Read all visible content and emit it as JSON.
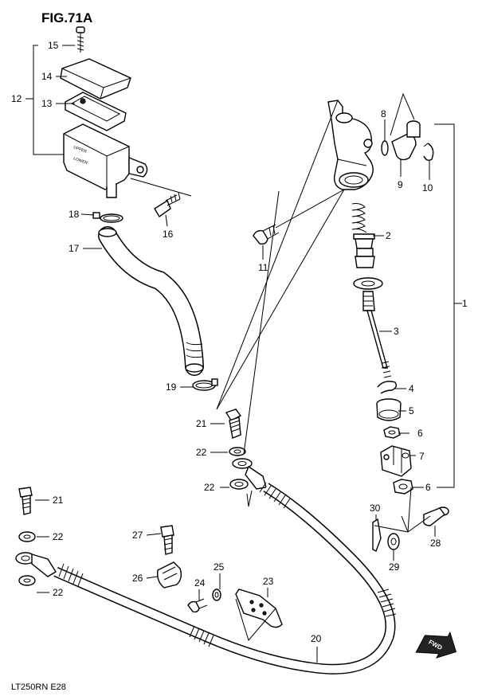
{
  "title": "FIG.71A",
  "footer": "LT250RN  E28",
  "fwd_label": "FWD",
  "callouts": [
    {
      "id": "c1",
      "text": "1"
    },
    {
      "id": "c2",
      "text": "2"
    },
    {
      "id": "c3",
      "text": "3"
    },
    {
      "id": "c4",
      "text": "4"
    },
    {
      "id": "c5",
      "text": "5"
    },
    {
      "id": "c6a",
      "text": "6"
    },
    {
      "id": "c6b",
      "text": "6"
    },
    {
      "id": "c7",
      "text": "7"
    },
    {
      "id": "c8",
      "text": "8"
    },
    {
      "id": "c9",
      "text": "9"
    },
    {
      "id": "c10",
      "text": "10"
    },
    {
      "id": "c11",
      "text": "11"
    },
    {
      "id": "c12",
      "text": "12"
    },
    {
      "id": "c13",
      "text": "13"
    },
    {
      "id": "c14",
      "text": "14"
    },
    {
      "id": "c15",
      "text": "15"
    },
    {
      "id": "c16",
      "text": "16"
    },
    {
      "id": "c17",
      "text": "17"
    },
    {
      "id": "c18",
      "text": "18"
    },
    {
      "id": "c19",
      "text": "19"
    },
    {
      "id": "c20",
      "text": "20"
    },
    {
      "id": "c21a",
      "text": "21"
    },
    {
      "id": "c21b",
      "text": "21"
    },
    {
      "id": "c22a",
      "text": "22"
    },
    {
      "id": "c22b",
      "text": "22"
    },
    {
      "id": "c22c",
      "text": "22"
    },
    {
      "id": "c22d",
      "text": "22"
    },
    {
      "id": "c23",
      "text": "23"
    },
    {
      "id": "c24",
      "text": "24"
    },
    {
      "id": "c25",
      "text": "25"
    },
    {
      "id": "c26",
      "text": "26"
    },
    {
      "id": "c27",
      "text": "27"
    },
    {
      "id": "c28",
      "text": "28"
    },
    {
      "id": "c29",
      "text": "29"
    },
    {
      "id": "c30",
      "text": "30"
    }
  ]
}
